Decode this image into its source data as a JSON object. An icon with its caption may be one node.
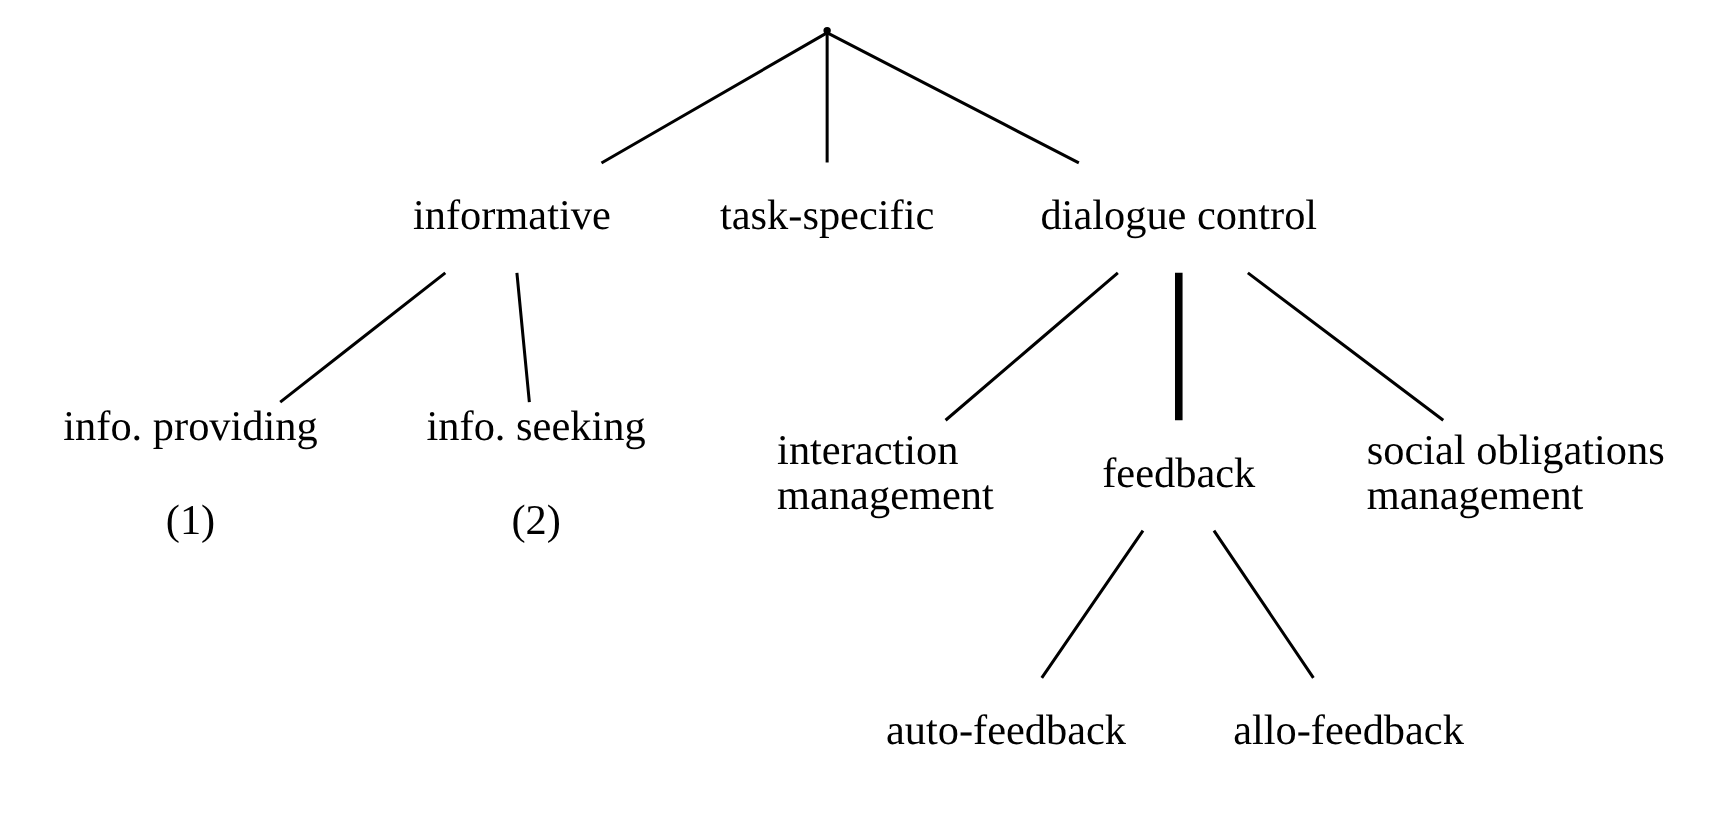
{
  "diagram": {
    "nodes": [
      {
        "text": [],
        "shape": "point"
      },
      {
        "text": [
          "informative"
        ]
      },
      {
        "text": [
          "task-specific"
        ]
      },
      {
        "text": [
          "dialogue control"
        ]
      },
      {
        "text": [
          "info. providing"
        ],
        "beside": [
          "(1)"
        ]
      },
      {
        "text": [
          "info. seeking"
        ],
        "beside": [
          "(2)"
        ]
      },
      {
        "text": [
          "interaction management"
        ]
      },
      {
        "text": [
          "feedback"
        ]
      },
      {
        "text": [
          "social obligations management"
        ]
      },
      {
        "text": [
          "auto-feedback"
        ]
      },
      {
        "text": [
          "allo-feedback"
        ]
      }
    ],
    "edges": [
      {
        "from": 0,
        "to": 1,
        "arrow": "none"
      },
      {
        "from": 0,
        "to": 2,
        "arrow": "none"
      },
      {
        "from": 0,
        "to": 3,
        "arrow": "none"
      },
      {
        "from": 1,
        "to": 4,
        "arrow": "none"
      },
      {
        "from": 1,
        "to": 5,
        "arrow": "none"
      },
      {
        "from": 3,
        "to": 6,
        "arrow": "none"
      },
      {
        "from": 3,
        "to": 7,
        "arrow": "none",
        "style": "thick"
      },
      {
        "from": 3,
        "to": 8,
        "arrow": "none"
      },
      {
        "from": 7,
        "to": 9,
        "arrow": "none"
      },
      {
        "from": 7,
        "to": 10,
        "arrow": "none"
      }
    ]
  }
}
